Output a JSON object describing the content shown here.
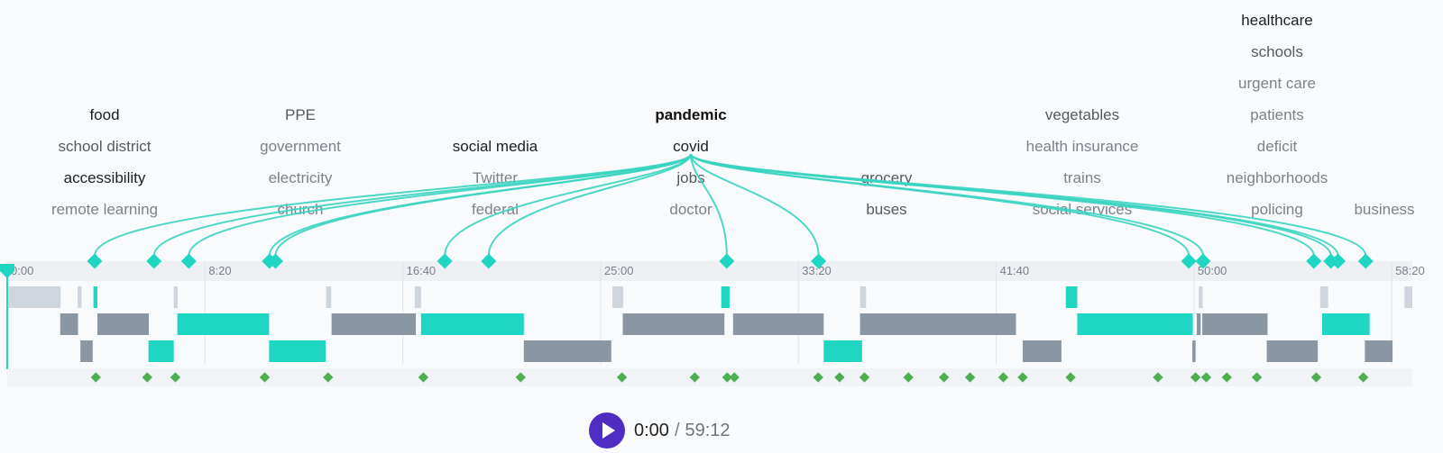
{
  "colors": {
    "accent": "#1fd6c3",
    "connector": "#3ad4c0",
    "bar_gray": "#8a96a2",
    "bar_light": "#cfd5dc",
    "marker_green": "#4caf50",
    "play": "#4f2cc2"
  },
  "topic_columns": [
    {
      "tier": 0,
      "words": [
        {
          "text": "food",
          "shade": "dark"
        },
        {
          "text": "school district",
          "shade": "mid"
        },
        {
          "text": "accessibility",
          "shade": "dark"
        },
        {
          "text": "remote learning",
          "shade": "light"
        }
      ]
    },
    {
      "tier": 0,
      "words": [
        {
          "text": "PPE",
          "shade": "mid"
        },
        {
          "text": "government",
          "shade": "light"
        },
        {
          "text": "electricity",
          "shade": "light"
        },
        {
          "text": "church",
          "shade": "light"
        }
      ]
    },
    {
      "tier": 1,
      "words": [
        {
          "text": "social media",
          "shade": "dark"
        },
        {
          "text": "Twitter",
          "shade": "light"
        },
        {
          "text": "federal",
          "shade": "light"
        }
      ]
    },
    {
      "tier": 0,
      "words": [
        {
          "text": "pandemic",
          "shade": "bold"
        },
        {
          "text": "covid",
          "shade": "dark"
        },
        {
          "text": "jobs",
          "shade": "mid"
        },
        {
          "text": "doctor",
          "shade": "light"
        }
      ]
    },
    {
      "tier": 2,
      "words": [
        {
          "text": "grocery",
          "shade": "mid"
        },
        {
          "text": "buses",
          "shade": "mid"
        }
      ]
    },
    {
      "tier": 0,
      "words": [
        {
          "text": "vegetables",
          "shade": "mid"
        },
        {
          "text": "health insurance",
          "shade": "light"
        },
        {
          "text": "trains",
          "shade": "light"
        },
        {
          "text": "social services",
          "shade": "light"
        }
      ]
    },
    {
      "tier": -3,
      "words": [
        {
          "text": "healthcare",
          "shade": "dark"
        },
        {
          "text": "schools",
          "shade": "mid"
        },
        {
          "text": "urgent care",
          "shade": "light"
        },
        {
          "text": "patients",
          "shade": "light"
        },
        {
          "text": "deficit",
          "shade": "light"
        },
        {
          "text": "neighborhoods",
          "shade": "light"
        },
        {
          "text": "policing",
          "shade": "light"
        }
      ]
    },
    {
      "tier": 3,
      "words": [
        {
          "text": "business",
          "shade": "light"
        }
      ]
    }
  ],
  "timeline": {
    "duration_seconds": 3552,
    "ticks": [
      "0:00",
      "8:20",
      "16:40",
      "25:00",
      "33:20",
      "41:40",
      "50:00",
      "58:20"
    ],
    "tick_seconds": [
      0,
      500,
      1000,
      1500,
      2000,
      2500,
      3000,
      3500
    ],
    "mention_seconds": [
      221,
      371,
      459,
      663,
      678,
      1106,
      1217,
      1819,
      2051,
      2987,
      3023,
      3303,
      3346,
      3364,
      3434
    ],
    "tracks": [
      {
        "segments": [
          {
            "start": 0,
            "end": 135,
            "kind": "light"
          },
          {
            "start": 178,
            "end": 188,
            "kind": "light"
          },
          {
            "start": 218,
            "end": 228,
            "kind": "accent"
          },
          {
            "start": 421,
            "end": 431,
            "kind": "light"
          },
          {
            "start": 806,
            "end": 819,
            "kind": "light"
          },
          {
            "start": 1030,
            "end": 1046,
            "kind": "light"
          },
          {
            "start": 1530,
            "end": 1557,
            "kind": "light"
          },
          {
            "start": 1805,
            "end": 1826,
            "kind": "accent"
          },
          {
            "start": 2156,
            "end": 2171,
            "kind": "light"
          },
          {
            "start": 2676,
            "end": 2705,
            "kind": "accent"
          },
          {
            "start": 3012,
            "end": 3022,
            "kind": "light"
          },
          {
            "start": 3319,
            "end": 3339,
            "kind": "light"
          },
          {
            "start": 3532,
            "end": 3552,
            "kind": "light"
          }
        ]
      },
      {
        "segments": [
          {
            "start": 134,
            "end": 179,
            "kind": "gray"
          },
          {
            "start": 228,
            "end": 358,
            "kind": "gray"
          },
          {
            "start": 430,
            "end": 662,
            "kind": "accent"
          },
          {
            "start": 820,
            "end": 1033,
            "kind": "gray"
          },
          {
            "start": 1046,
            "end": 1306,
            "kind": "accent"
          },
          {
            "start": 1556,
            "end": 1813,
            "kind": "gray"
          },
          {
            "start": 1835,
            "end": 2064,
            "kind": "gray"
          },
          {
            "start": 2156,
            "end": 2550,
            "kind": "gray"
          },
          {
            "start": 2705,
            "end": 2997,
            "kind": "accent"
          },
          {
            "start": 3007,
            "end": 3017,
            "kind": "gray"
          },
          {
            "start": 3021,
            "end": 3186,
            "kind": "gray"
          },
          {
            "start": 3324,
            "end": 3444,
            "kind": "accent"
          }
        ]
      },
      {
        "segments": [
          {
            "start": 185,
            "end": 216,
            "kind": "gray"
          },
          {
            "start": 357,
            "end": 421,
            "kind": "accent"
          },
          {
            "start": 662,
            "end": 805,
            "kind": "accent"
          },
          {
            "start": 1306,
            "end": 1527,
            "kind": "gray"
          },
          {
            "start": 2064,
            "end": 2161,
            "kind": "accent"
          },
          {
            "start": 2567,
            "end": 2665,
            "kind": "gray"
          },
          {
            "start": 2996,
            "end": 3004,
            "kind": "gray"
          },
          {
            "start": 3184,
            "end": 3313,
            "kind": "gray"
          },
          {
            "start": 3432,
            "end": 3502,
            "kind": "gray"
          }
        ]
      }
    ],
    "markers_seconds": [
      224,
      354,
      425,
      651,
      811,
      1052,
      1298,
      1554,
      1738,
      1820,
      1838,
      2050,
      2104,
      2167,
      2278,
      2368,
      2434,
      2518,
      2567,
      2688,
      2909,
      3004,
      3031,
      3083,
      3159,
      3309,
      3428
    ]
  },
  "player": {
    "current": "0:00",
    "separator": "/",
    "total": "59:12"
  }
}
